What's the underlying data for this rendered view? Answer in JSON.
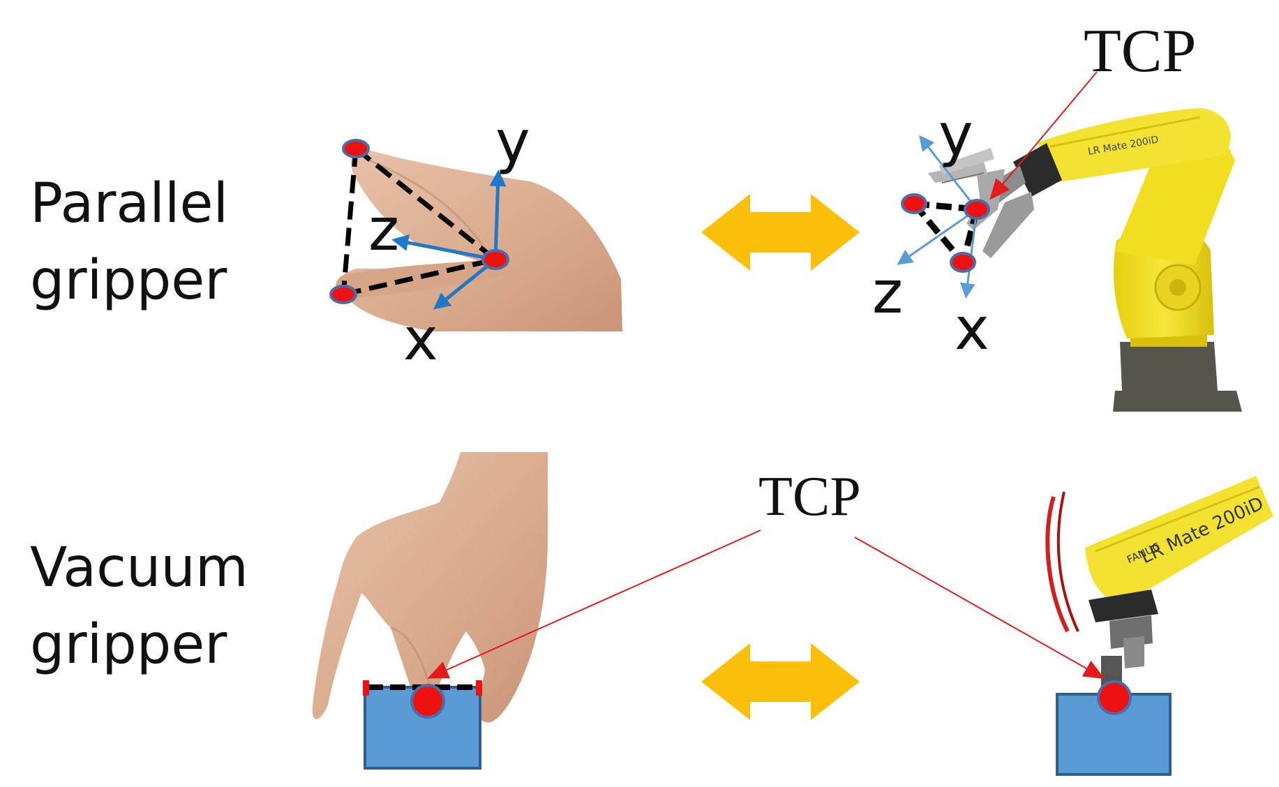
{
  "rows": {
    "parallel": {
      "line1": "Parallel",
      "line2": "gripper"
    },
    "vacuum": {
      "line1": "Vacuum",
      "line2": "gripper"
    }
  },
  "axes": {
    "x": "x",
    "y": "y",
    "z": "z"
  },
  "tcp_label": "TCP",
  "robot_markings": {
    "upper": "LR Mate 200iD",
    "lower_brand": "FANUC",
    "lower_model": "LR Mate 200iD"
  },
  "colors": {
    "point_fill": "#ee1111",
    "point_stroke": "#4a6fa8",
    "axis_arrow": "#1f78c8",
    "axis_arrow_light": "#5b9bd5",
    "tcp_arrow": "#e31b1b",
    "double_arrow": "#fbbf0a",
    "object_fill": "#5b9bd5",
    "object_stroke": "#2e5f93",
    "robot_yellow": "#f2df1c",
    "robot_base": "#55554c",
    "skin": "#deb39a"
  },
  "icons": [
    "hand-pinch-illustration",
    "hand-vacuum-illustration",
    "robot-arm-illustration",
    "double-arrow-icon"
  ]
}
